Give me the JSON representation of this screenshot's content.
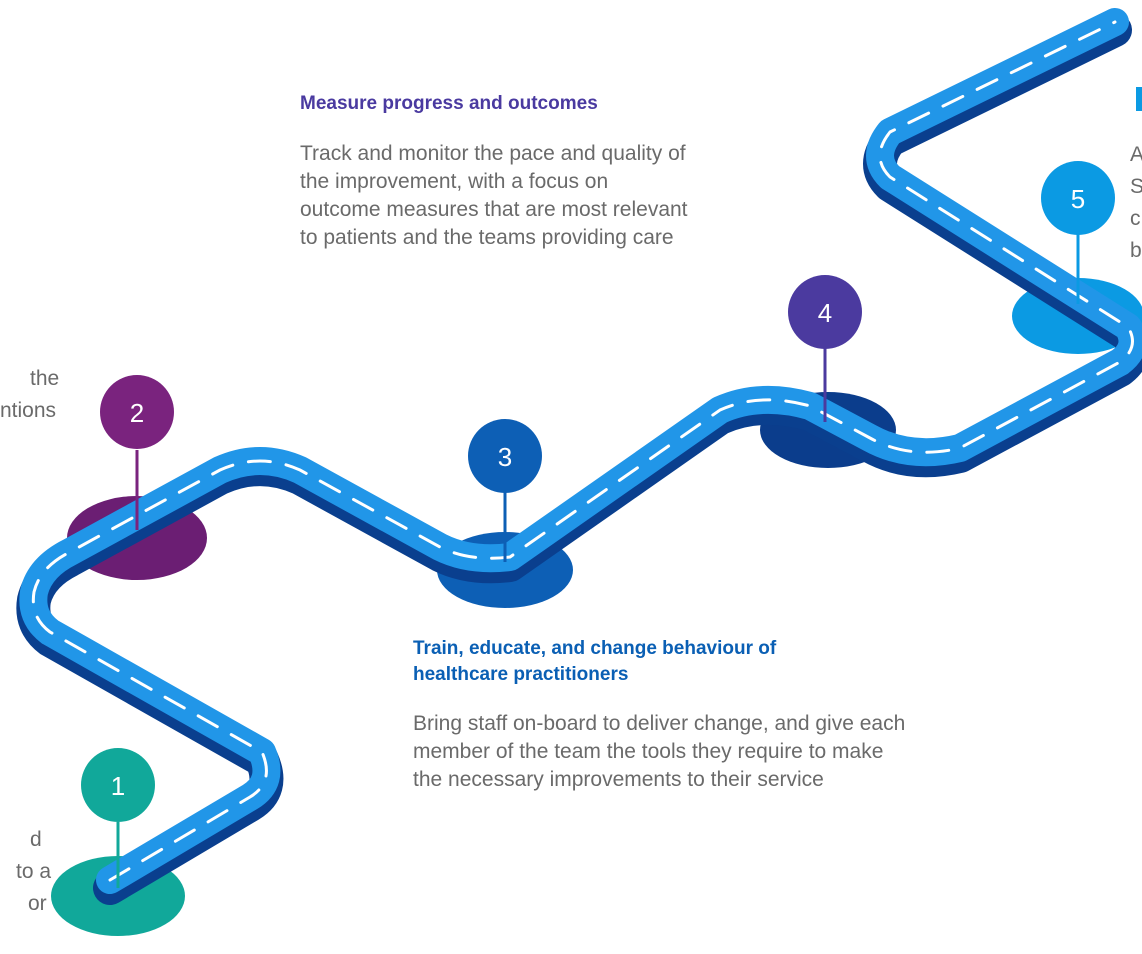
{
  "steps": [
    {
      "number": "1",
      "color": "#11a89a",
      "pad": "#11a89a"
    },
    {
      "number": "2",
      "color": "#7a237e",
      "pad": "#6b1e73"
    },
    {
      "number": "3",
      "color": "#0d5fb5",
      "pad": "#0d5fb5"
    },
    {
      "number": "4",
      "color": "#4b3a9f",
      "pad": "#0b3d8c"
    },
    {
      "number": "5",
      "color": "#0b9ae3",
      "pad": "#0b9ae3"
    }
  ],
  "colors": {
    "road_top": "#2196e8",
    "road_side": "#0a3f8e",
    "road_dash": "#ffffff",
    "pin_stroke_1": "#11a89a"
  },
  "measure": {
    "heading": "Measure progress and outcomes",
    "body": [
      "Track and monitor the pace and quality of",
      "the improvement, with a focus on",
      "outcome measures that are most relevant",
      "to  patients and the teams providing care"
    ]
  },
  "train": {
    "heading_line1": "Train, educate, and change behaviour of",
    "heading_line2": "healthcare practitioners",
    "body": [
      "Bring staff on-board to deliver change, and give each",
      "member of the team the tools they require to make",
      "the necessary improvements to their service"
    ]
  },
  "left_fragments_top": [
    "the",
    "ntions"
  ],
  "left_fragments_bottom": [
    "d",
    "to a",
    "or"
  ],
  "right_fragments": [
    "A",
    "S",
    "c",
    "b"
  ]
}
